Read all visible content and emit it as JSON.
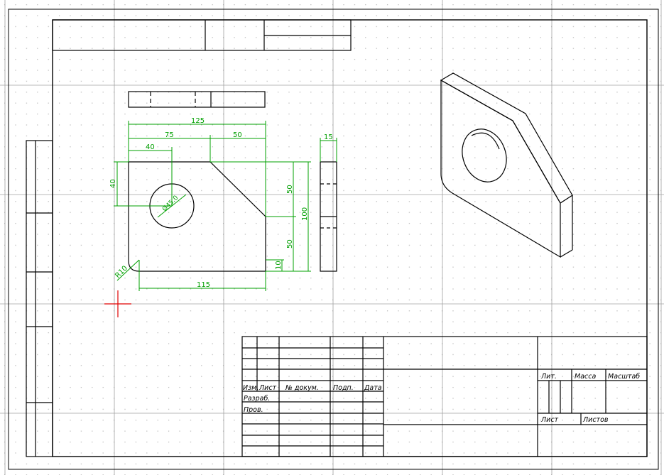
{
  "colors": {
    "background": "#ffffff",
    "grid_dots": "#b4b4b4",
    "grid_major": "#a0a0a0",
    "outline": "#000000",
    "dimension": "#00a000",
    "cursor": "#e00000"
  },
  "dimensions": {
    "overall_width": "125",
    "left_segment": "75",
    "right_segment": "50",
    "hole_x": "40",
    "hole_y": "40",
    "hole_dia": "Ø45.0",
    "upper_height": "50",
    "lower_height": "50",
    "total_height": "100",
    "corner_offset": "10",
    "bottom_length": "115",
    "corner_radius": "R10",
    "thickness": "15"
  },
  "title_block": {
    "izm": "Изм.",
    "list": "Лист",
    "doc_no": "№ докум.",
    "sign": "Подп.",
    "date": "Дата",
    "developed": "Разраб.",
    "checked": "Пров.",
    "lit": "Лит.",
    "mass": "Масса",
    "scale": "Масштаб",
    "sheet": "Лист",
    "sheets": "Листов"
  }
}
